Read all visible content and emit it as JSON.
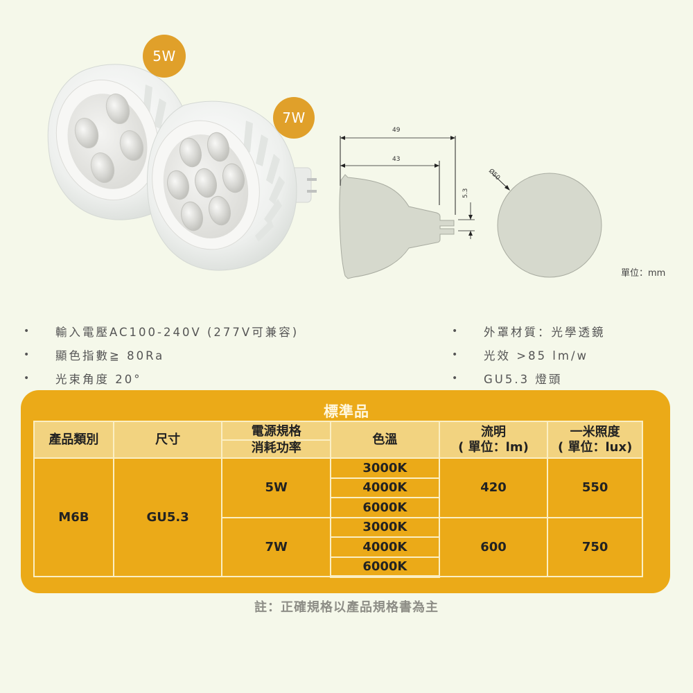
{
  "badges": {
    "five_watt": "5W",
    "seven_watt": "7W"
  },
  "diagram": {
    "dim_overall_length": "49",
    "dim_body_length": "43",
    "dim_pin_spacing": "5.3",
    "dim_diameter": "Ø50",
    "unit_label": "單位：mm"
  },
  "features": {
    "left": [
      "輸入電壓AC100-240V (277V可兼容)",
      "顯色指數≧ 80Ra",
      "光束角度 20°"
    ],
    "right": [
      "外罩材質：光學透鏡",
      "光效 >85 lm/w",
      "GU5.3 燈頭"
    ],
    "bullet": "•"
  },
  "spec_table": {
    "title": "標準品",
    "headers": {
      "category": "產品類別",
      "size": "尺寸",
      "power_spec": "電源規格",
      "power_consumption": "消耗功率",
      "color_temp": "色溫",
      "lumens": "流明",
      "lumens_unit": "( 單位：lm)",
      "illuminance": "一米照度",
      "illuminance_unit": "( 單位：lux)"
    },
    "category": "M6B",
    "size": "GU5.3",
    "groups": [
      {
        "power": "5W",
        "color_temps": [
          "3000K",
          "4000K",
          "6000K"
        ],
        "lumens": "420",
        "lux": "550"
      },
      {
        "power": "7W",
        "color_temps": [
          "3000K",
          "4000K",
          "6000K"
        ],
        "lumens": "600",
        "lux": "750"
      }
    ]
  },
  "footnote": "註：正確規格以產品規格書為主",
  "colors": {
    "background": "#f5f8ea",
    "panel": "#ebaa18",
    "header_cell": "#f2d380",
    "grid_line": "#fbefc4",
    "badge": "#e0a02a",
    "footnote": "#8d8d86"
  }
}
